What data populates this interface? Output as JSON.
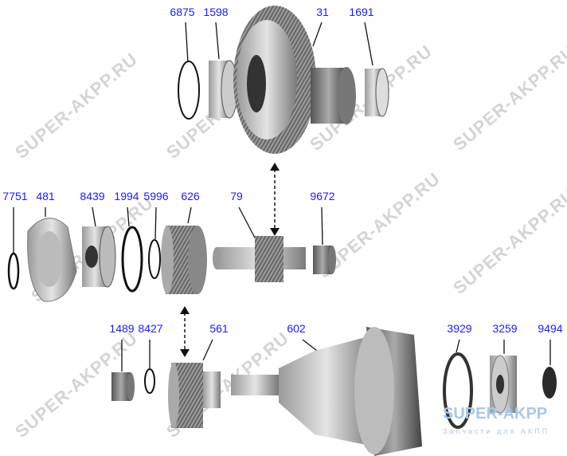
{
  "watermark": "SUPER-AKPP.RU",
  "logo": {
    "name": "SUPER-AKPP",
    "tagline": "Запчасти для АКПП"
  },
  "colors": {
    "label": "#1a1aff",
    "part_light": "#d8d8d8",
    "part_dark": "#6e6e6e"
  },
  "labels": {
    "p6875": "6875",
    "p1598": "1598",
    "p31": "31",
    "p1691": "1691",
    "p7751": "7751",
    "p481": "481",
    "p8439": "8439",
    "p1994": "1994",
    "p5996": "5996",
    "p626": "626",
    "p79": "79",
    "p9672": "9672",
    "p1489": "1489",
    "p8427": "8427",
    "p561": "561",
    "p602": "602",
    "p3929": "3929",
    "p3259": "3259",
    "p9494": "9494"
  }
}
